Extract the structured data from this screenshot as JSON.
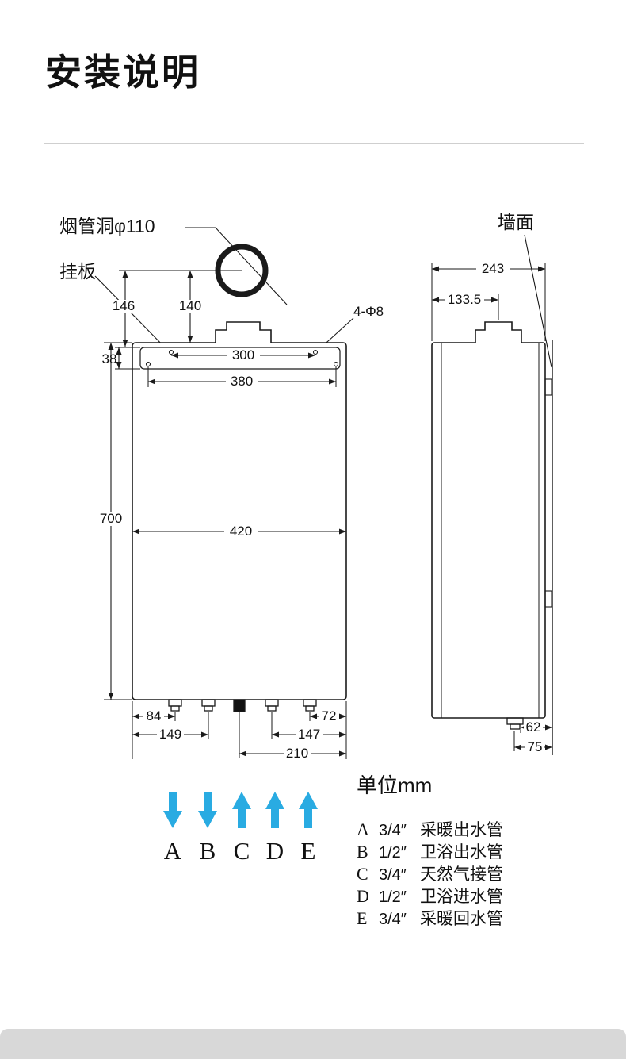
{
  "page": {
    "title": "安装说明",
    "unit_label": "单位mm"
  },
  "labels": {
    "flue_hole": "烟管洞φ110",
    "hanging_plate": "挂板",
    "wall": "墙面",
    "mount_holes": "4-Φ8"
  },
  "front_view": {
    "flue_offset_left": "146",
    "flue_offset_center": "140",
    "plate_height": "38",
    "hole_span_inner": "300",
    "hole_span_outer": "380",
    "body_height": "700",
    "body_width": "420",
    "pipe_a_offset": "84",
    "pipe_b_offset": "149",
    "pipe_e_offset": "72",
    "pipe_d_offset": "147",
    "pipe_c_offset": "210"
  },
  "side_view": {
    "depth": "243",
    "flue_center_depth": "133.5",
    "pipe_wall_offset": "62",
    "pipe_flange_offset": "75"
  },
  "connections": {
    "arrows": [
      {
        "letter": "A",
        "direction": "down"
      },
      {
        "letter": "B",
        "direction": "down"
      },
      {
        "letter": "C",
        "direction": "up"
      },
      {
        "letter": "D",
        "direction": "up"
      },
      {
        "letter": "E",
        "direction": "up"
      }
    ],
    "legend": [
      {
        "letter": "A",
        "size": "3/4″",
        "desc": "采暖出水管"
      },
      {
        "letter": "B",
        "size": "1/2″",
        "desc": "卫浴出水管"
      },
      {
        "letter": "C",
        "size": "3/4″",
        "desc": "天然气接管"
      },
      {
        "letter": "D",
        "size": "1/2″",
        "desc": "卫浴进水管"
      },
      {
        "letter": "E",
        "size": "3/4″",
        "desc": "采暖回水管"
      }
    ]
  },
  "colors": {
    "arrow_blue": "#29abe2",
    "line": "#1a1a1a",
    "footer_gray": "#d8d8d8"
  }
}
